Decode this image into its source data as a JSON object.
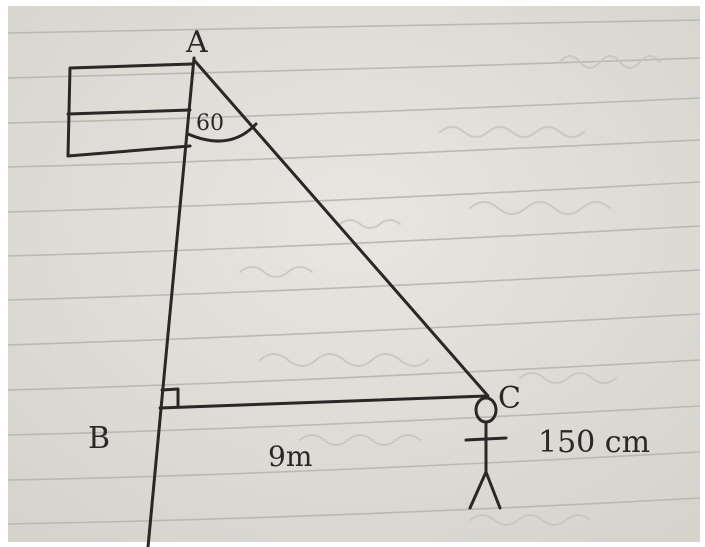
{
  "colors": {
    "paper": "#e4e2dc",
    "paper_shadow": "#d8d6cf",
    "rule_line": "#b9b8b4",
    "faded_writing": "#c3c2bd",
    "ink": "#2a2826"
  },
  "diagram": {
    "vertex_a": "A",
    "vertex_b": "B",
    "vertex_c": "C",
    "angle_a": "60",
    "distance_bc": "9m",
    "person_height": "150 cm"
  }
}
